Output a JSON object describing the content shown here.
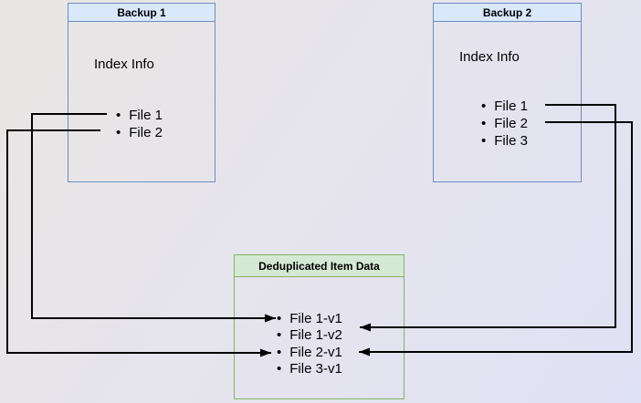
{
  "diagram": {
    "backup1": {
      "title": "Backup 1",
      "subtitle": "Index Info",
      "items": [
        "File 1",
        "File 2"
      ]
    },
    "backup2": {
      "title": "Backup 2",
      "subtitle": "Index Info",
      "items": [
        "File 1",
        "File 2",
        "File 3"
      ]
    },
    "dedup": {
      "title": "Deduplicated Item Data",
      "items": [
        "File 1-v1",
        "File 1-v2",
        "File 2-v1",
        "File 3-v1"
      ]
    },
    "edges": [
      {
        "from": "Backup 1 / File 1",
        "to": "Deduplicated Item Data / File 1-v1"
      },
      {
        "from": "Backup 1 / File 2",
        "to": "Deduplicated Item Data / File 2-v1"
      },
      {
        "from": "Backup 2 / File 1",
        "to": "Deduplicated Item Data / File 1-v2"
      },
      {
        "from": "Backup 2 / File 2",
        "to": "Deduplicated Item Data / File 2-v1"
      }
    ],
    "colors": {
      "backup_fill": "#dae8fc",
      "backup_border": "#6c8ebf",
      "dedup_fill": "#d5e8d4",
      "dedup_border": "#82b366",
      "connector": "#000000"
    }
  }
}
